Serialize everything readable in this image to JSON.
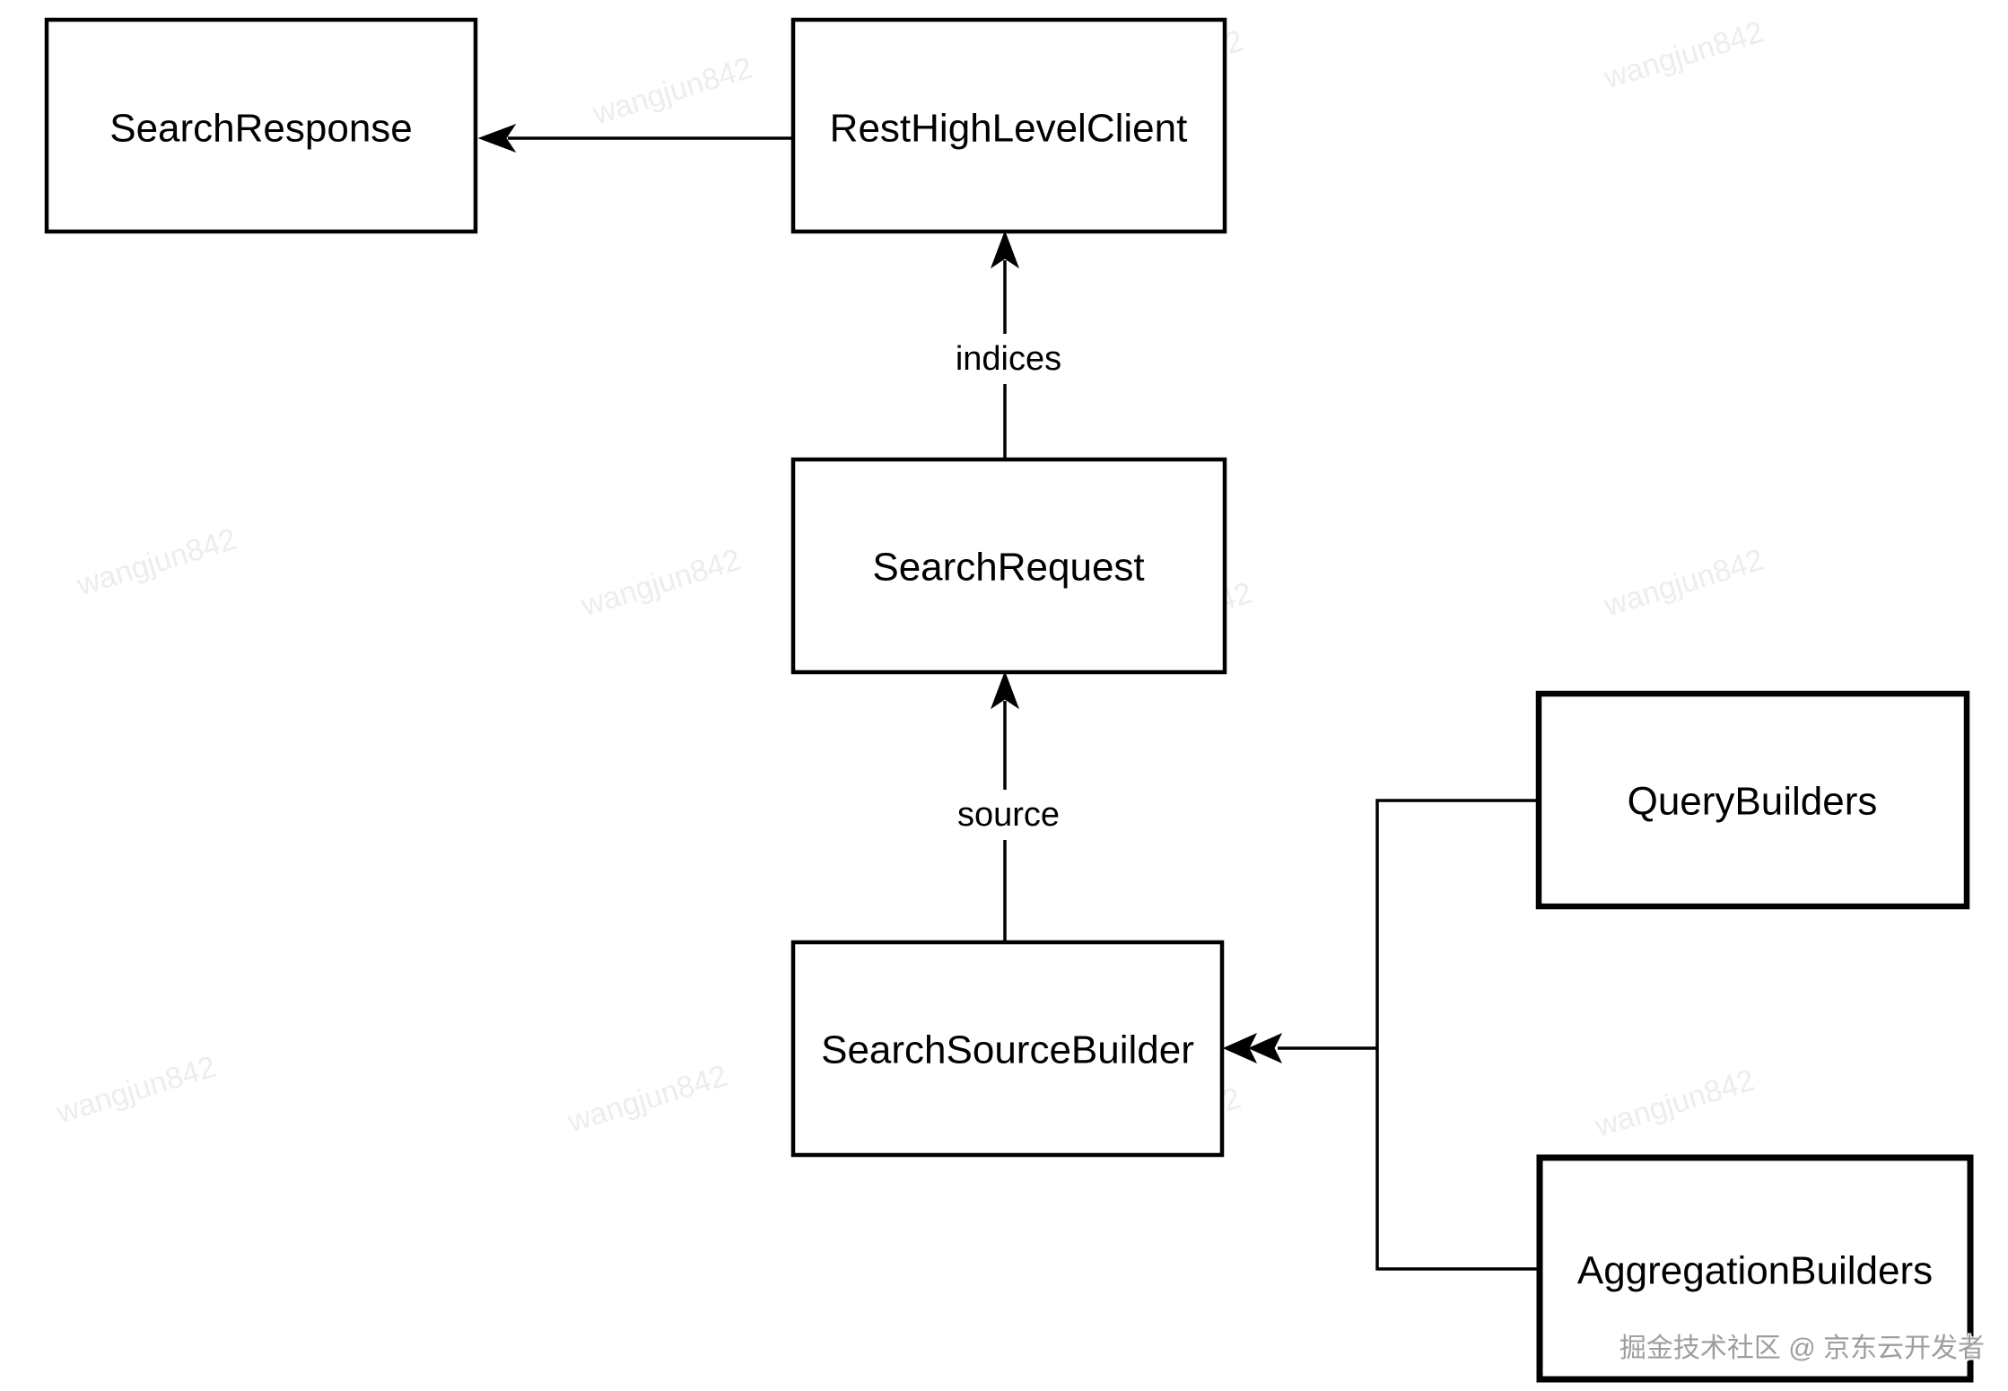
{
  "diagram": {
    "nodes": {
      "search_response": {
        "label": "SearchResponse"
      },
      "rest_high_level_client": {
        "label": "RestHighLevelClient"
      },
      "search_request": {
        "label": "SearchRequest"
      },
      "search_source_builder": {
        "label": "SearchSourceBuilder"
      },
      "query_builders": {
        "label": "QueryBuilders"
      },
      "aggregation_builders": {
        "label": "AggregationBuilders"
      }
    },
    "edges": {
      "rest_client_to_response": {
        "label": ""
      },
      "request_to_rest_client": {
        "label": "indices"
      },
      "source_builder_to_request": {
        "label": "source"
      },
      "builders_to_source_builder": {
        "label": ""
      }
    }
  },
  "watermark": {
    "text": "wangjun842"
  },
  "footer": {
    "credit": "掘金技术社区 @ 京东云开发者"
  },
  "colors": {
    "line": "#000000",
    "box_fill": "#ffffff",
    "text": "#000000",
    "watermark": "#ededed",
    "credit_gray": "#9e9e9e",
    "background": "#ffffff"
  }
}
